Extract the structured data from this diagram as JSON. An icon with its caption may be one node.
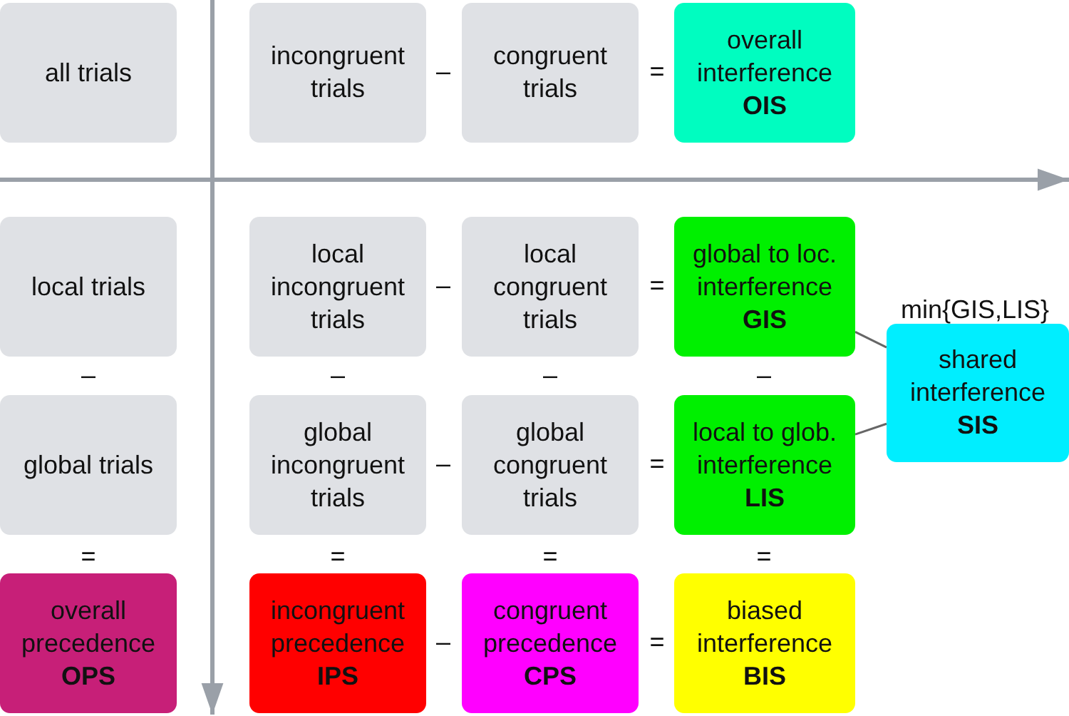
{
  "diagram": {
    "nodes": [
      {
        "text": [
          "all trials"
        ]
      },
      {
        "text": [
          "incongruent trials"
        ]
      },
      {
        "text": [
          "congruent trials"
        ]
      },
      {
        "text": [
          "overall interference",
          "OIS"
        ]
      },
      {
        "text": [
          "local trials"
        ]
      },
      {
        "text": [
          "local incongruent trials"
        ]
      },
      {
        "text": [
          "local congruent trials"
        ]
      },
      {
        "text": [
          "global to loc. interference",
          "GIS"
        ]
      },
      {
        "text": [
          "shared interference",
          "SIS"
        ],
        "beside": [
          "min{GIS,LIS}"
        ]
      },
      {
        "text": [
          "global trials"
        ]
      },
      {
        "text": [
          "global incongruent trials"
        ]
      },
      {
        "text": [
          "global congruent trials"
        ]
      },
      {
        "text": [
          "local to glob. interference",
          "LIS"
        ]
      },
      {
        "text": [
          "overall precedence",
          "OPS"
        ]
      },
      {
        "text": [
          "incongruent precedence",
          "IPS"
        ]
      },
      {
        "text": [
          "congruent precedence",
          "CPS"
        ]
      },
      {
        "text": [
          "biased interference",
          "BIS"
        ]
      }
    ],
    "edges": [
      {
        "from": 7,
        "to": 8,
        "arrow": "none"
      },
      {
        "from": 12,
        "to": 8,
        "arrow": "none"
      }
    ],
    "labels": [
      "–",
      "=",
      "–",
      "=",
      "–",
      "–",
      "–",
      "–",
      "–",
      "=",
      "=",
      "=",
      "=",
      "=",
      "–",
      "="
    ]
  }
}
